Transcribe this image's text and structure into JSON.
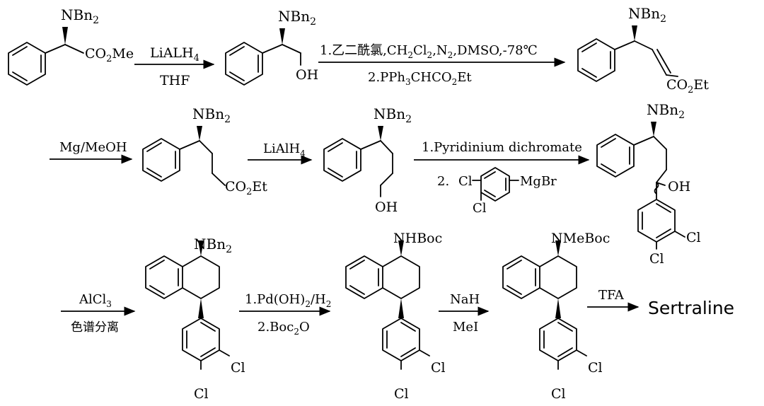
{
  "labels": {
    "NBn2": "NBn2",
    "NHBoc": "NHBoc",
    "NMeBoc": "NMeBoc",
    "CO2Me": "CO2Me",
    "CO2Et": "CO2Et",
    "OH": "OH",
    "Cl": "Cl",
    "MgBr": "MgBr"
  },
  "reagents": {
    "step1_top": "LiALH4",
    "step1_bottom": "THF",
    "step2_top": "1.乙二酰氯,CH2Cl2,N2,DMSO,-78℃",
    "step2_bottom": "2.PPh3CHCO2Et",
    "step3_top": "Mg/MeOH",
    "step4_top": "LiAlH4",
    "step5_top": "1.Pyridinium dichromate",
    "step5_bottom_num": "2.",
    "step6_top": "AlCl3",
    "step6_bottom": "色谱分离",
    "step7_top": "1.Pd(OH)2/H2",
    "step7_bottom": "2.Boc2O",
    "step8_top": "NaH",
    "step8_bottom": "MeI",
    "step9_top": "TFA"
  },
  "product": "Sertraline"
}
